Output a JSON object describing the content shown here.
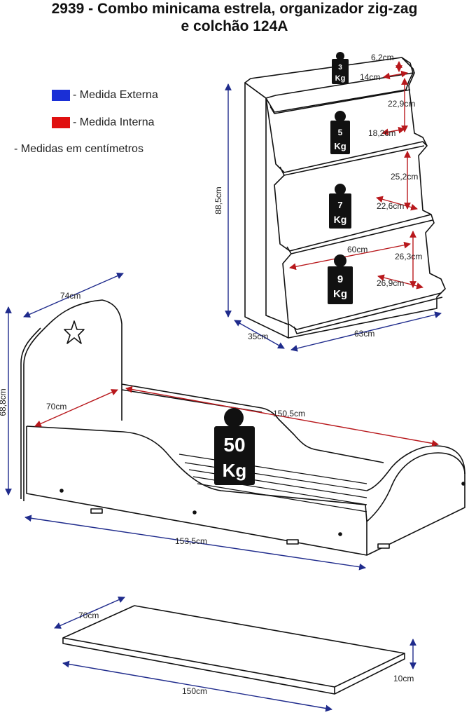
{
  "title": {
    "line1": "2939 - Combo minicama estrela, organizador zig-zag",
    "line2": "e colchão 124A"
  },
  "legend": {
    "external": {
      "label": "- Medida Externa",
      "color": "#1a2fd6"
    },
    "internal": {
      "label": "- Medida Interna",
      "color": "#e01010"
    },
    "note": "- Medidas em centímetros"
  },
  "colors": {
    "external": "#1f2b8c",
    "internal": "#b8181c",
    "line": "#111111",
    "weight_tag": "#111111"
  },
  "organizer": {
    "height": "88,5cm",
    "depth": "35cm",
    "width": "63cm",
    "shelves": [
      {
        "weight_num": "3",
        "weight_unit": "Kg",
        "height": "6,2cm",
        "depth": "14cm"
      },
      {
        "weight_num": "5",
        "weight_unit": "Kg",
        "height": "22,9cm",
        "depth": "18,2cm"
      },
      {
        "weight_num": "7",
        "weight_unit": "Kg",
        "height": "25,2cm",
        "depth": "22,6cm"
      },
      {
        "weight_num": "9",
        "weight_unit": "Kg",
        "height": "26,3cm",
        "depth": "26,9cm",
        "width": "60cm"
      }
    ]
  },
  "bed": {
    "width": "74cm",
    "height": "68,8cm",
    "length": "153,5cm",
    "inner_width": "70cm",
    "inner_length": "150,5cm",
    "weight_num": "50",
    "weight_unit": "Kg"
  },
  "mattress": {
    "width": "70cm",
    "length": "150cm",
    "thickness": "10cm"
  }
}
